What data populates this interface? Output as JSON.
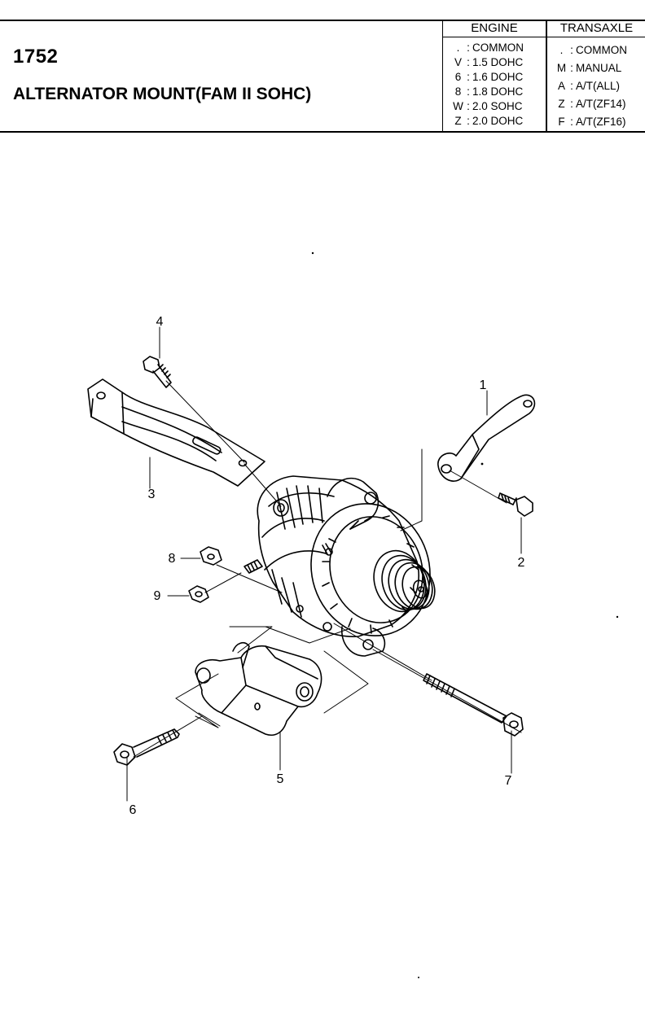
{
  "header": {
    "part_number": "1752",
    "title": "ALTERNATOR MOUNT(FAM II SOHC)",
    "engine": {
      "heading": "ENGINE",
      "rows": [
        {
          "code": ".",
          "sep": ":",
          "desc": "COMMON"
        },
        {
          "code": "V",
          "sep": ":",
          "desc": "1.5 DOHC"
        },
        {
          "code": "6",
          "sep": ":",
          "desc": "1.6 DOHC"
        },
        {
          "code": "8",
          "sep": ":",
          "desc": "1.8 DOHC"
        },
        {
          "code": "W",
          "sep": ":",
          "desc": "2.0 SOHC"
        },
        {
          "code": "Z",
          "sep": ":",
          "desc": "2.0 DOHC"
        }
      ]
    },
    "transaxle": {
      "heading": "TRANSAXLE",
      "rows": [
        {
          "code": ".",
          "sep": ":",
          "desc": "COMMON"
        },
        {
          "code": "M",
          "sep": ":",
          "desc": "MANUAL"
        },
        {
          "code": "A",
          "sep": ":",
          "desc": "A/T(ALL)"
        },
        {
          "code": "Z",
          "sep": ":",
          "desc": "A/T(ZF14)"
        },
        {
          "code": "F",
          "sep": ":",
          "desc": "A/T(ZF16)"
        }
      ]
    }
  },
  "callouts": [
    "1",
    "2",
    "3",
    "4",
    "5",
    "6",
    "7",
    "8",
    "9"
  ]
}
